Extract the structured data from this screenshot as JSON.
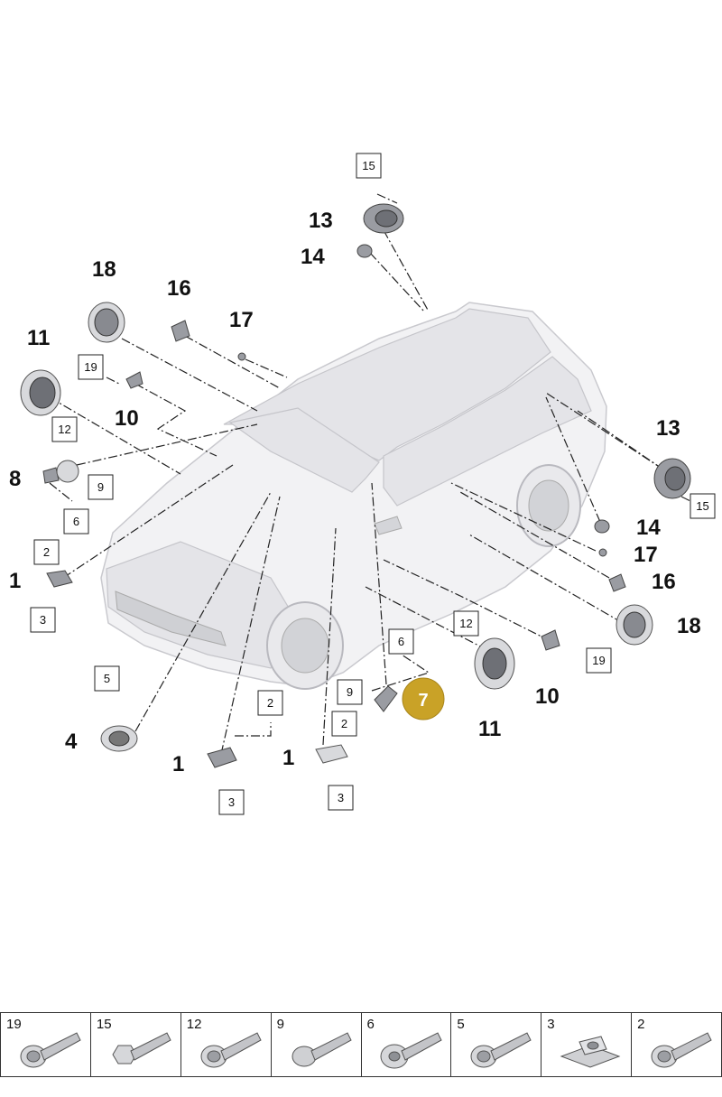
{
  "diagram": {
    "callouts": {
      "c13_top": "13",
      "c14_top": "14",
      "c18_left": "18",
      "c16_left": "16",
      "c17_left": "17",
      "c11_left": "11",
      "c10_left": "10",
      "c8_left": "8",
      "c1_left": "1",
      "c4": "4",
      "c1_bottom_a": "1",
      "c1_bottom_b": "1",
      "c13_right": "13",
      "c14_right": "14",
      "c17_right": "17",
      "c16_right": "16",
      "c18_right": "18",
      "c10_right": "10",
      "c11_right": "11"
    },
    "boxes": {
      "b15_top": "15",
      "b19_left": "19",
      "b12_left": "12",
      "b9_left": "9",
      "b6_left": "6",
      "b2_left": "2",
      "b3_left": "3",
      "b5": "5",
      "b2_bottom_a": "2",
      "b3_bottom_a": "3",
      "b2_bottom_b": "2",
      "b3_bottom_b": "3",
      "b6_center": "6",
      "b9_center": "9",
      "b12_right": "12",
      "b19_right": "19",
      "b15_right": "15"
    },
    "highlight": {
      "label": "7",
      "color": "#c9a227"
    }
  },
  "fasteners": [
    {
      "label": "19",
      "icon": "flange-bolt-icon"
    },
    {
      "label": "15",
      "icon": "hex-flange-bolt-icon"
    },
    {
      "label": "12",
      "icon": "flange-bolt-icon"
    },
    {
      "label": "9",
      "icon": "pan-head-screw-icon"
    },
    {
      "label": "6",
      "icon": "washer-head-screw-icon"
    },
    {
      "label": "5",
      "icon": "flange-bolt-icon"
    },
    {
      "label": "3",
      "icon": "clip-nut-icon"
    },
    {
      "label": "2",
      "icon": "flange-bolt-icon"
    }
  ]
}
